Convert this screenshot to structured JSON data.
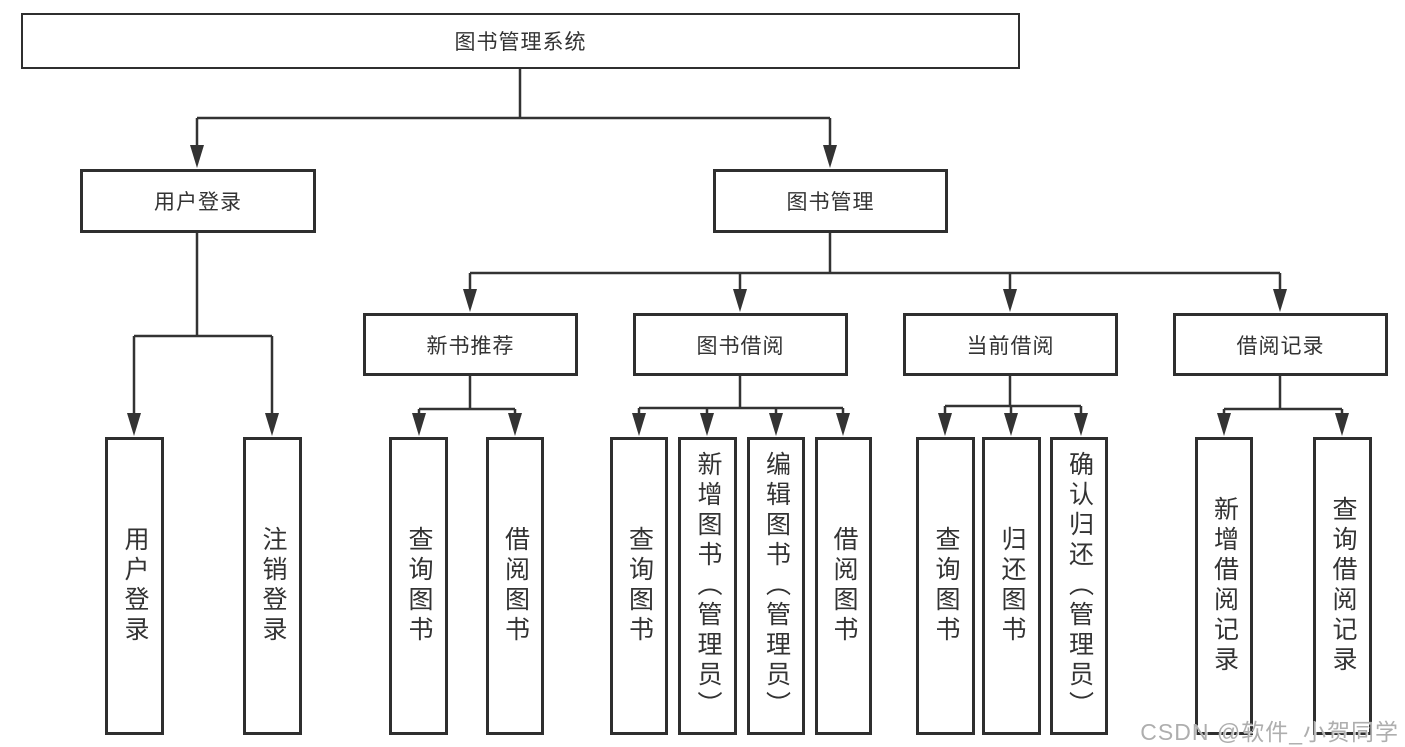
{
  "tree": {
    "root": "图书管理系统",
    "branches": [
      {
        "label": "用户登录",
        "children": [
          "用户登录",
          "注销登录"
        ]
      },
      {
        "label": "图书管理",
        "groups": [
          {
            "label": "新书推荐",
            "children": [
              "查询图书",
              "借阅图书"
            ]
          },
          {
            "label": "图书借阅",
            "children": [
              "查询图书",
              "新增图书（管理员）",
              "编辑图书（管理员）",
              "借阅图书"
            ]
          },
          {
            "label": "当前借阅",
            "children": [
              "查询图书",
              "归还图书",
              "确认归还（管理员）"
            ]
          },
          {
            "label": "借阅记录",
            "children": [
              "新增借阅记录",
              "查询借阅记录"
            ]
          }
        ]
      }
    ]
  },
  "watermark": "CSDN @软件_小贺同学",
  "theme": {
    "line_color": "#333333",
    "box_border_color": "#2f2f2f",
    "text_color": "#333333",
    "watermark_color": "#aeaeae",
    "background_color": "#ffffff"
  }
}
